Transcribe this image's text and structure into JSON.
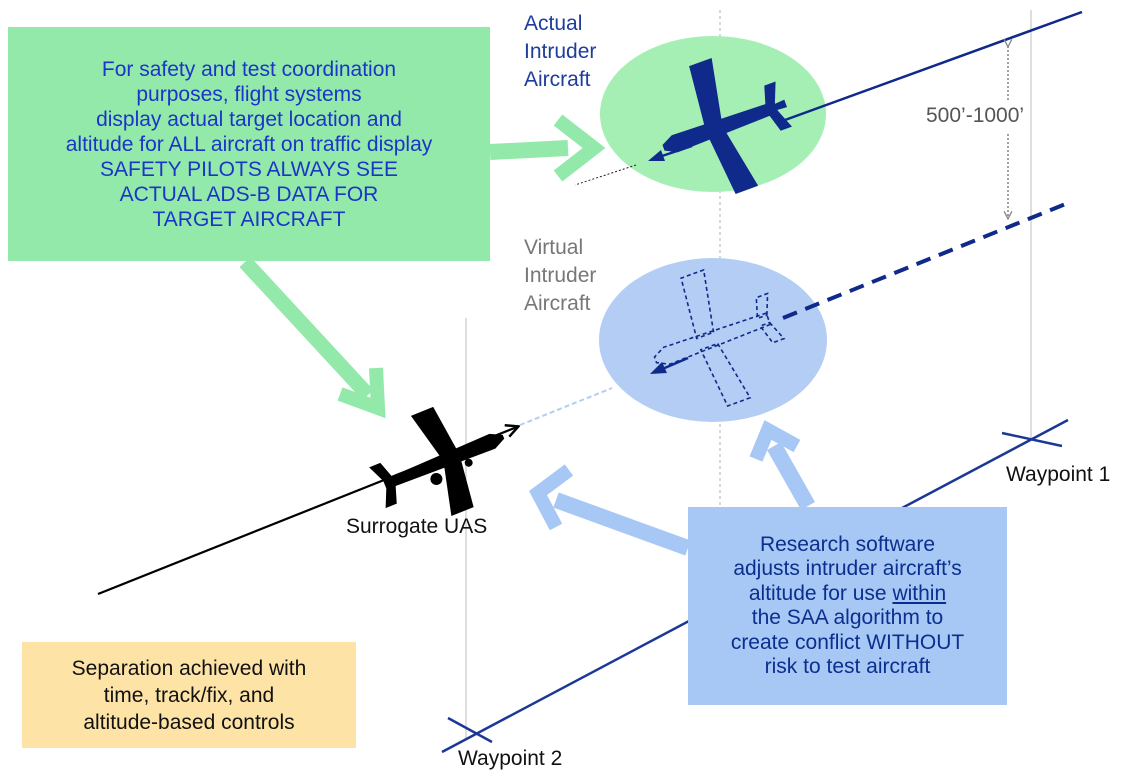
{
  "green_box": {
    "lines": [
      "For safety and test coordination",
      "purposes, flight systems",
      "display actual target location and",
      "altitude for ALL aircraft on traffic display",
      "SAFETY PILOTS ALWAYS SEE",
      "ACTUAL ADS-B DATA  FOR",
      "TARGET AIRCRAFT"
    ]
  },
  "blue_box": {
    "line1": "Research software",
    "line2": "adjusts intruder aircraft’s",
    "line3_pre": "altitude for use ",
    "line3_emph": "within",
    "line4": "the SAA algorithm to",
    "line5": "create conflict WITHOUT",
    "line6": "risk to test aircraft"
  },
  "yellow_box": {
    "lines": [
      "Separation achieved with",
      "time, track/fix, and",
      "altitude-based controls"
    ]
  },
  "labels": {
    "actual": [
      "Actual",
      "Intruder",
      "Aircraft"
    ],
    "virtual": [
      "Virtual",
      "Intruder",
      "Aircraft"
    ],
    "separation": "500’-1000’",
    "surrogate": "Surrogate UAS",
    "waypoint1": "Waypoint 1",
    "waypoint2": "Waypoint 2"
  },
  "colors": {
    "green_fill": "#93e9a9",
    "green_ellipse": "#a5efb4",
    "blue_fill": "#a7c7f5",
    "blue_ellipse": "#b3cdf5",
    "yellow_fill": "#fde3a5",
    "navy": "#0f2a8a",
    "track_blue": "#1c3896",
    "label_blue": "#1e3d9c"
  }
}
